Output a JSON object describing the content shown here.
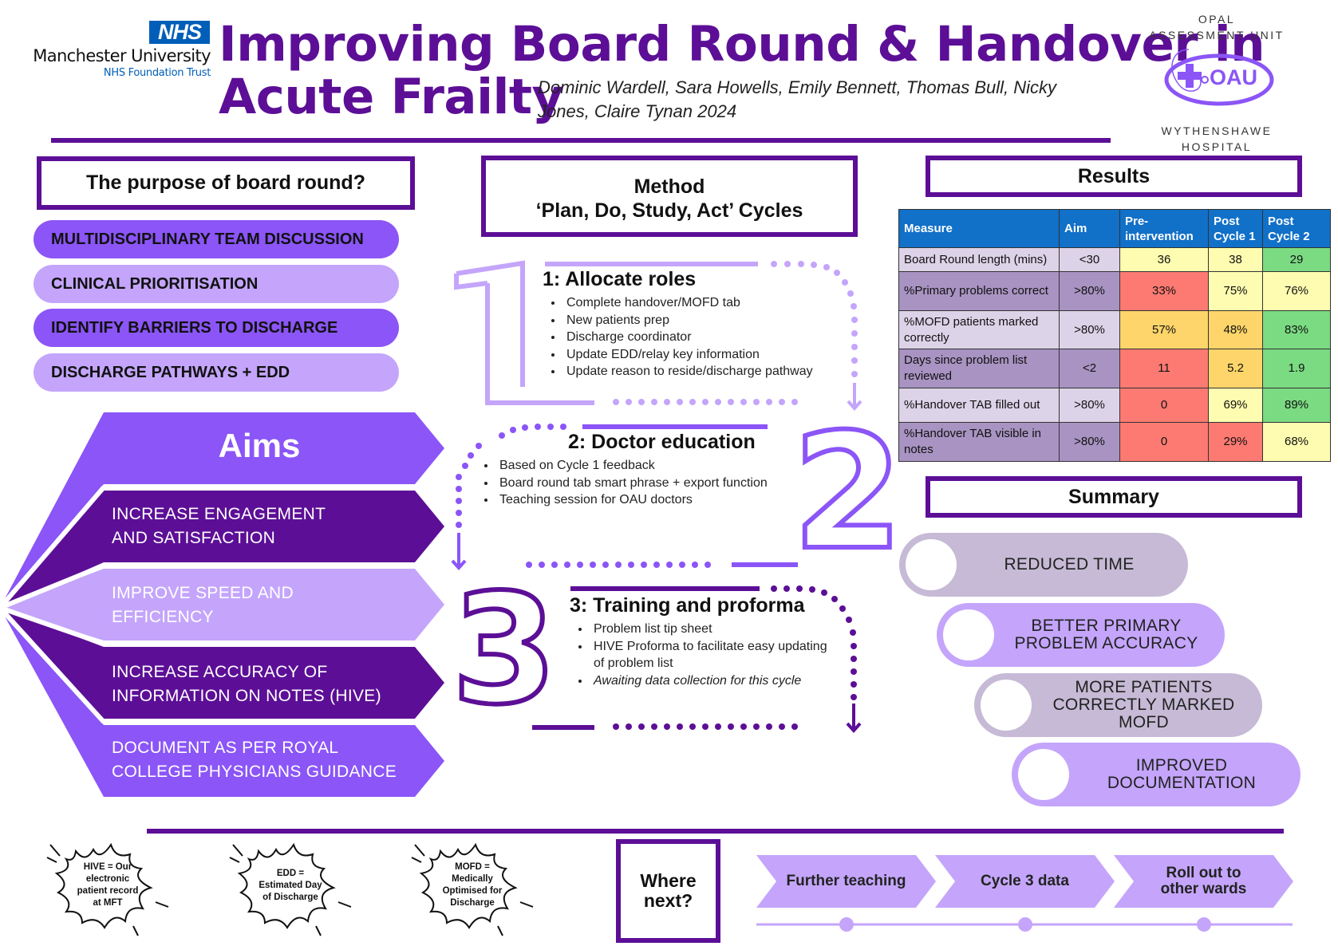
{
  "header": {
    "logo_badge": "NHS",
    "org_name": "Manchester University",
    "org_sub": "NHS Foundation Trust",
    "title_line1": "Improving Board Round & Handover in",
    "title_line2": "Acute Frailty",
    "authors": "Dominic Wardell, Sara Howells, Emily Bennett, Thomas Bull, Nicky Jones, Claire Tynan 2024",
    "unit_logo": {
      "top_line1": "OPAL",
      "top_line2": "ASSESSMENT UNIT",
      "badge": "OAU",
      "bottom_line1": "WYTHENSHAWE",
      "bottom_line2": "HOSPITAL"
    }
  },
  "colors": {
    "brand_purple": "#5c0f96",
    "mid_purple": "#8b55f7",
    "light_purple": "#c4a5fb",
    "nhs_blue": "#005eb8",
    "table_header_blue": "#1170c8",
    "red": "#fc7a72",
    "amber": "#fdd56a",
    "yellow": "#fefcb0",
    "green": "#7bdb82"
  },
  "purpose": {
    "heading": "The purpose of board round?",
    "items": [
      "MULTIDISCIPLINARY TEAM DISCUSSION",
      "CLINICAL PRIORITISATION",
      "IDENTIFY BARRIERS TO DISCHARGE",
      "DISCHARGE PATHWAYS + EDD"
    ]
  },
  "aims": {
    "heading": "Aims",
    "items": [
      {
        "line1": "INCREASE ENGAGEMENT",
        "line2": "AND SATISFACTION"
      },
      {
        "line1": "IMPROVE SPEED AND",
        "line2": "EFFICIENCY"
      },
      {
        "line1": "INCREASE ACCURACY OF",
        "line2": "INFORMATION ON NOTES (HIVE)"
      },
      {
        "line1": "DOCUMENT AS PER ROYAL",
        "line2": "COLLEGE PHYSICIANS  GUIDANCE"
      }
    ]
  },
  "method": {
    "heading_line1": "Method",
    "heading_line2": "‘Plan, Do, Study, Act’ Cycles",
    "cycles": [
      {
        "number": "1",
        "title": "1:  Allocate roles",
        "bullets": [
          "Complete handover/MOFD tab",
          "New patients prep",
          "Discharge coordinator",
          "Update EDD/relay key information",
          "Update reason to reside/discharge pathway"
        ]
      },
      {
        "number": "2",
        "title": "2: Doctor education",
        "bullets": [
          "Based on Cycle 1 feedback",
          "Board round tab smart phrase + export function",
          "Teaching session for OAU doctors"
        ]
      },
      {
        "number": "3",
        "title": "3: Training and proforma",
        "bullets": [
          "Problem list tip sheet",
          "HIVE Proforma to facilitate easy updating of problem list",
          "Awaiting data collection for this cycle"
        ]
      }
    ]
  },
  "results": {
    "heading": "Results",
    "columns": [
      "Measure",
      "Aim",
      "Pre-intervention",
      "Post Cycle 1",
      "Post Cycle 2"
    ],
    "rows": [
      {
        "measure": "Board Round length (mins)",
        "aim": "<30",
        "pre": "36",
        "c1": "38",
        "c2": "29",
        "status": [
          "yellow",
          "yellow",
          "green"
        ]
      },
      {
        "measure": " %Primary problems correct",
        "aim": ">80%",
        "pre": "33%",
        "c1": "75%",
        "c2": "76%",
        "status": [
          "red",
          "yellow",
          "yellow"
        ]
      },
      {
        "measure": "%MOFD patients marked correctly",
        "aim": ">80%",
        "pre": "57%",
        "c1": "48%",
        "c2": "83%",
        "status": [
          "amber",
          "amber",
          "green"
        ]
      },
      {
        "measure": "Days since problem list reviewed",
        "aim": "<2",
        "pre": "11",
        "c1": "5.2",
        "c2": "1.9",
        "status": [
          "red",
          "amber",
          "green"
        ]
      },
      {
        "measure": "%Handover TAB filled out",
        "aim": ">80%",
        "pre": "0",
        "c1": "69%",
        "c2": "89%",
        "status": [
          "red",
          "yellow",
          "green"
        ]
      },
      {
        "measure": "%Handover TAB visible in notes",
        "aim": ">80%",
        "pre": "0",
        "c1": "29%",
        "c2": "68%",
        "status": [
          "red",
          "red",
          "yellow"
        ]
      }
    ]
  },
  "summary": {
    "heading": "Summary",
    "items": [
      "REDUCED TIME",
      "BETTER PRIMARY PROBLEM ACCURACY",
      "MORE PATIENTS CORRECTLY MARKED MOFD",
      "IMPROVED DOCUMENTATION"
    ]
  },
  "glossary": [
    "HIVE = Our electronic patient record at MFT",
    "EDD = Estimated Day of Discharge",
    "MOFD = Medically Optimised for Discharge"
  ],
  "where_next": {
    "heading": "Where next?",
    "steps": [
      "Further teaching",
      "Cycle 3 data",
      "Roll out to other wards"
    ]
  }
}
